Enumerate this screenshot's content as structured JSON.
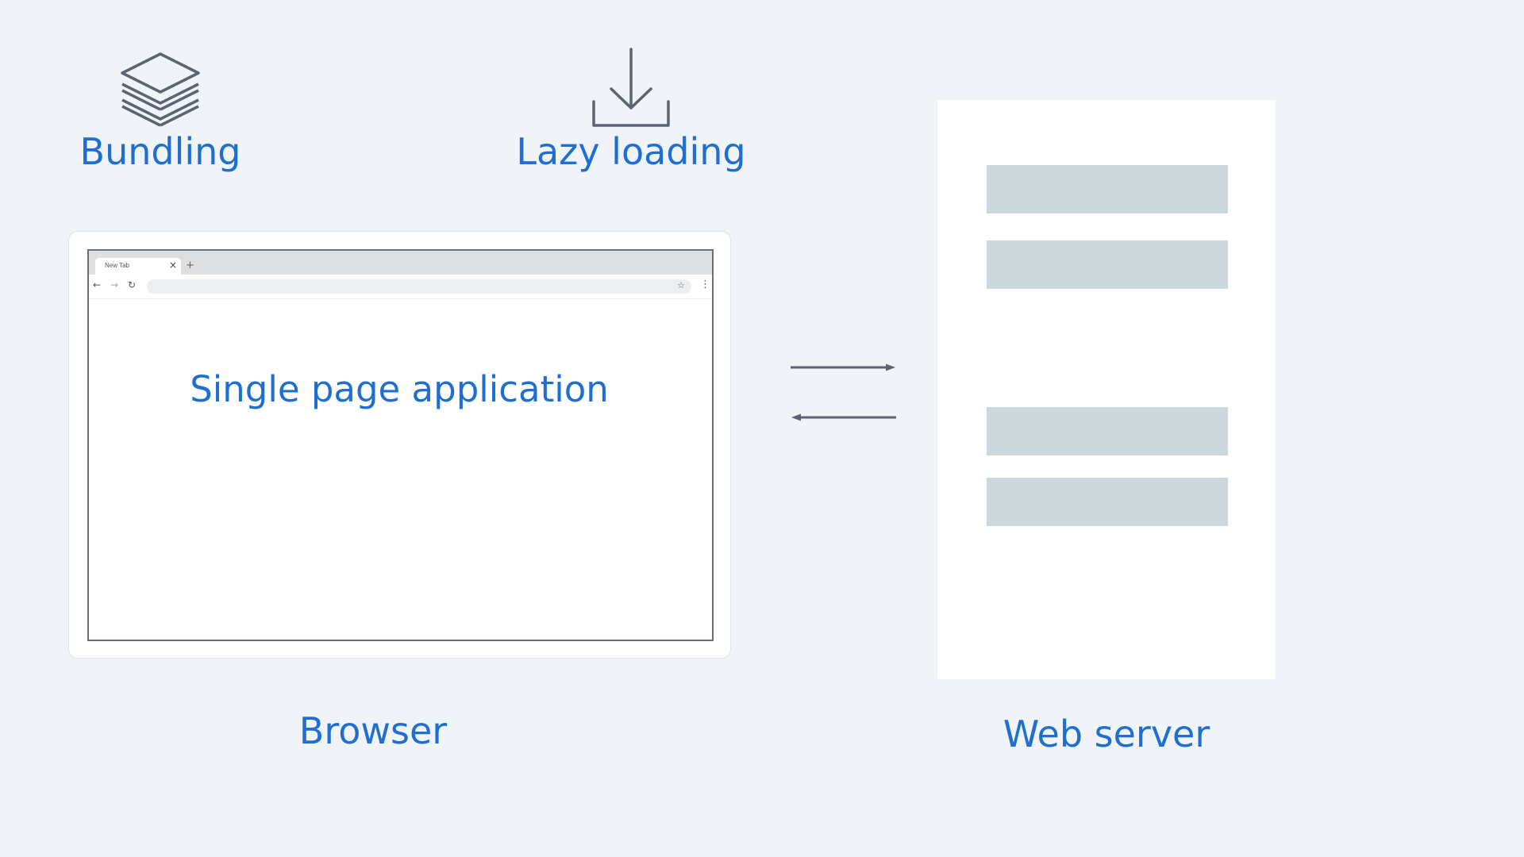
{
  "concepts": {
    "bundling_label": "Bundling",
    "lazy_loading_label": "Lazy loading"
  },
  "icons": {
    "bundling": "stacked-layers-icon",
    "lazy_loading": "download-tray-icon"
  },
  "browser": {
    "tab_title": "New Tab",
    "tab_close_glyph": "×",
    "new_tab_glyph": "+",
    "back_glyph": "←",
    "forward_glyph": "→",
    "reload_glyph": "↻",
    "star_glyph": "☆",
    "menu_glyph": "⋮",
    "content_text": "Single page application",
    "caption": "Browser"
  },
  "server": {
    "caption": "Web server",
    "block_count": 4
  },
  "colors": {
    "background": "#f0f4f8",
    "accent_text": "#1e6fd1",
    "icon_stroke": "#5b6470",
    "server_block": "#cdd8dc"
  }
}
